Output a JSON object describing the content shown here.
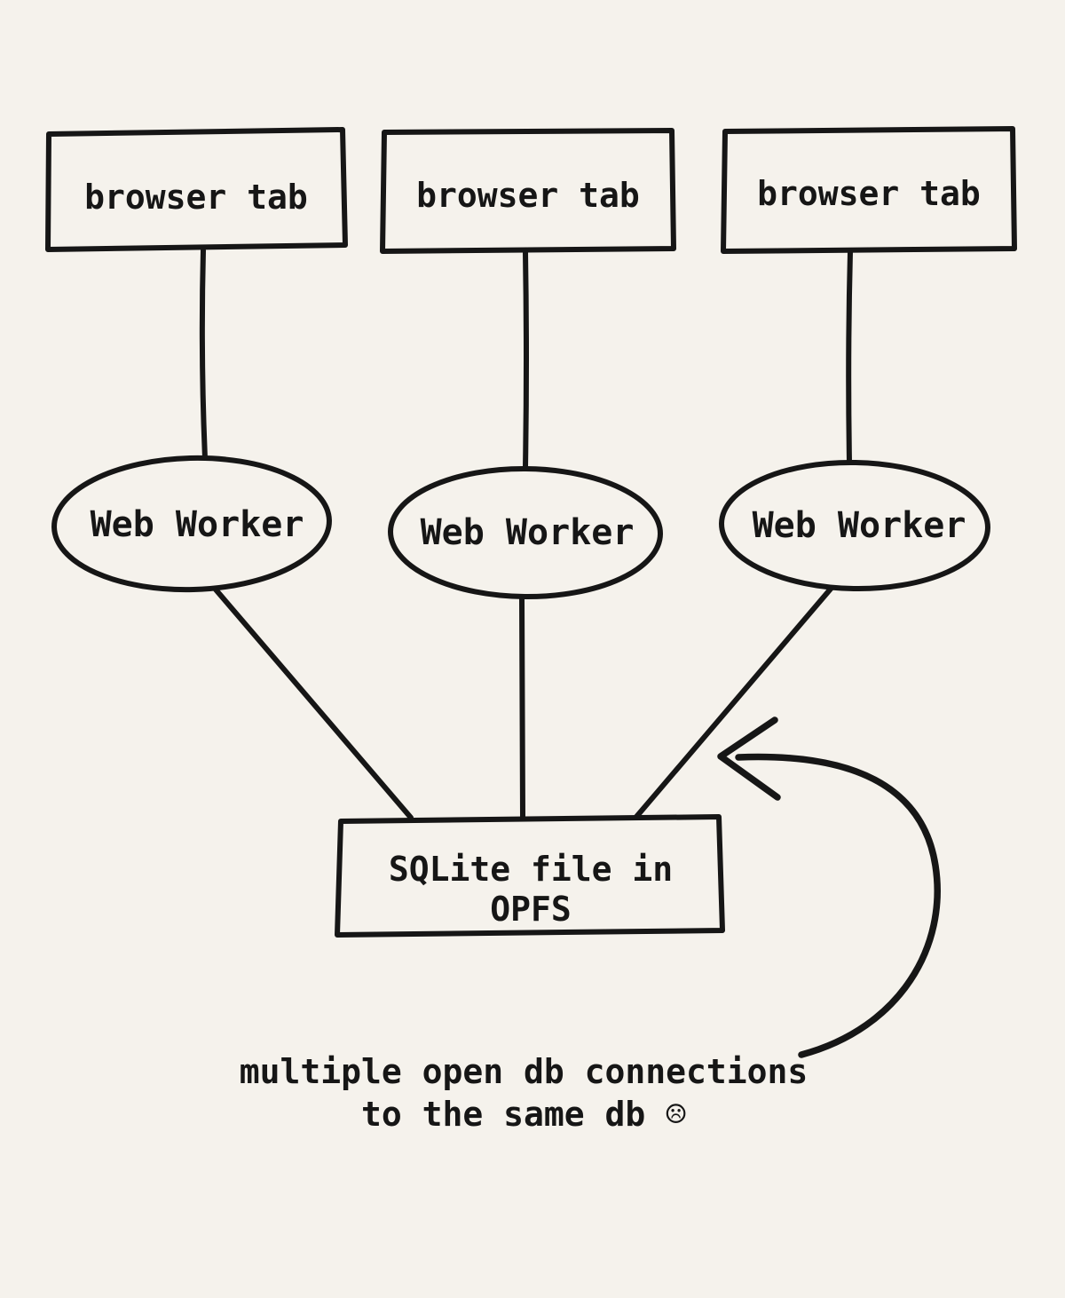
{
  "colors": {
    "background": "#f5f2ec",
    "ink": "#161616"
  },
  "nodes": {
    "tabs": [
      {
        "label": "browser tab"
      },
      {
        "label": "browser tab"
      },
      {
        "label": "browser tab"
      }
    ],
    "workers": [
      {
        "label": "Web Worker"
      },
      {
        "label": "Web Worker"
      },
      {
        "label": "Web Worker"
      }
    ],
    "database": {
      "label_line1": "SQLite file in",
      "label_line2": "OPFS"
    }
  },
  "caption": {
    "line1": "multiple open db connections",
    "line2": "to the same db ☹"
  }
}
